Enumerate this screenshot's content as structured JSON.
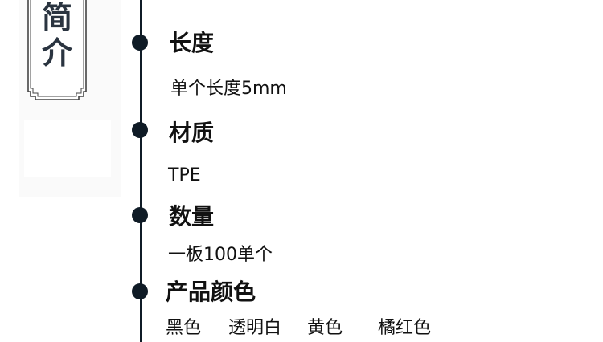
{
  "sidebar": {
    "title_chars": [
      "简",
      "介"
    ]
  },
  "sections": [
    {
      "heading": "长度",
      "value": "单个长度5mm"
    },
    {
      "heading": "材质",
      "value": "TPE"
    },
    {
      "heading": "数量",
      "value": "一板100单个"
    },
    {
      "heading": "产品颜色",
      "colors": [
        "黑色",
        "透明白",
        "黄色",
        "橘红色"
      ]
    }
  ],
  "theme": {
    "line_color": "#0f1b26",
    "plaque_text_color": "#2a3440"
  }
}
